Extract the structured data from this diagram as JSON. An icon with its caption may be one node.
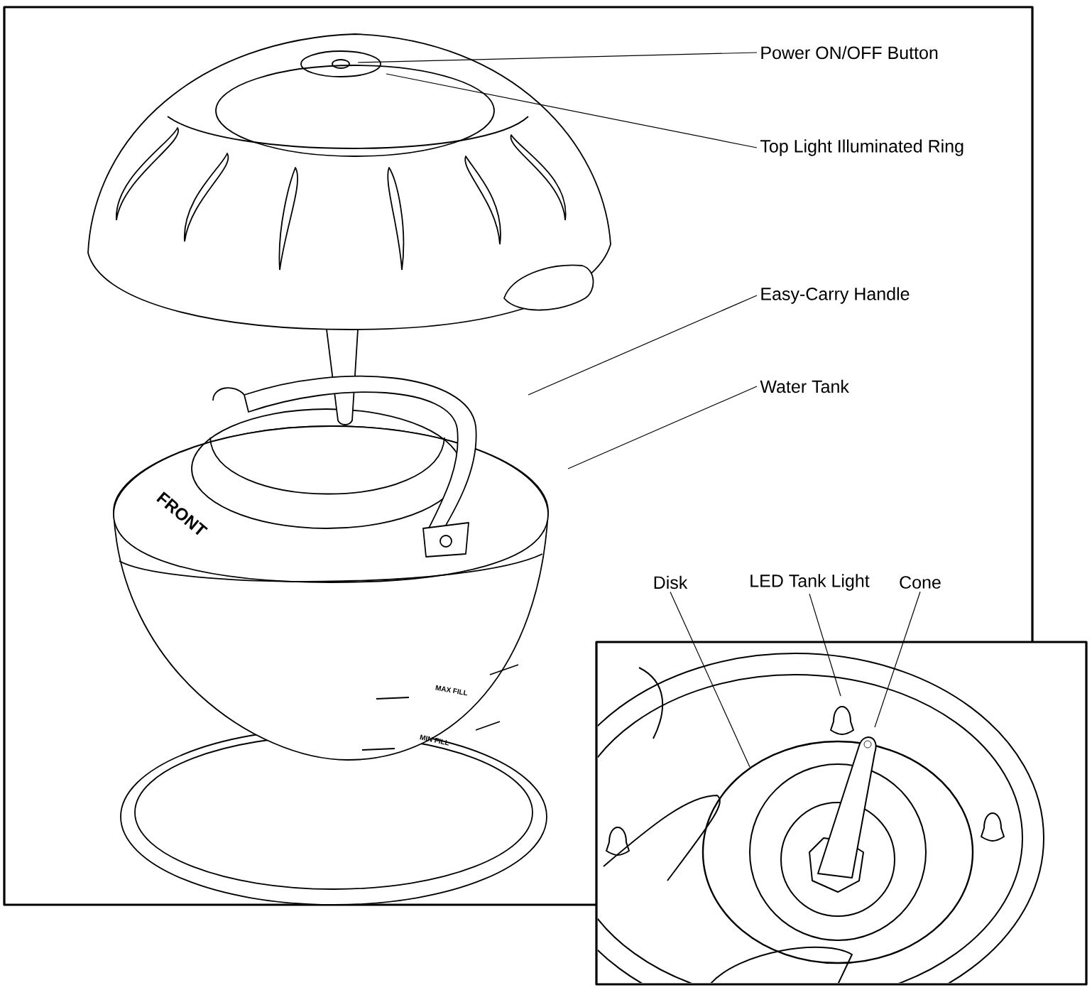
{
  "diagram": {
    "nodes": [
      {
        "text": [
          "Power ON/OFF Button"
        ]
      },
      {
        "text": [
          "Top Light Illuminated Ring"
        ]
      },
      {
        "text": [
          "Easy-Carry Handle"
        ]
      },
      {
        "text": [
          "Water Tank"
        ]
      },
      {
        "text": [
          "Disk"
        ]
      },
      {
        "text": [
          "LED Tank Light"
        ]
      },
      {
        "text": [
          "Cone"
        ]
      }
    ],
    "edges": [
      {
        "from": 0,
        "to": null,
        "arrow": "none"
      },
      {
        "from": 1,
        "to": null,
        "arrow": "none"
      },
      {
        "from": 2,
        "to": null,
        "arrow": "none"
      },
      {
        "from": 3,
        "to": null,
        "arrow": "none"
      },
      {
        "from": 4,
        "to": null,
        "arrow": "none"
      },
      {
        "from": 5,
        "to": null,
        "arrow": "none"
      },
      {
        "from": 6,
        "to": null,
        "arrow": "none"
      }
    ],
    "labels": [
      "FRONT",
      "MAX FILL",
      "MIN FILL"
    ]
  }
}
